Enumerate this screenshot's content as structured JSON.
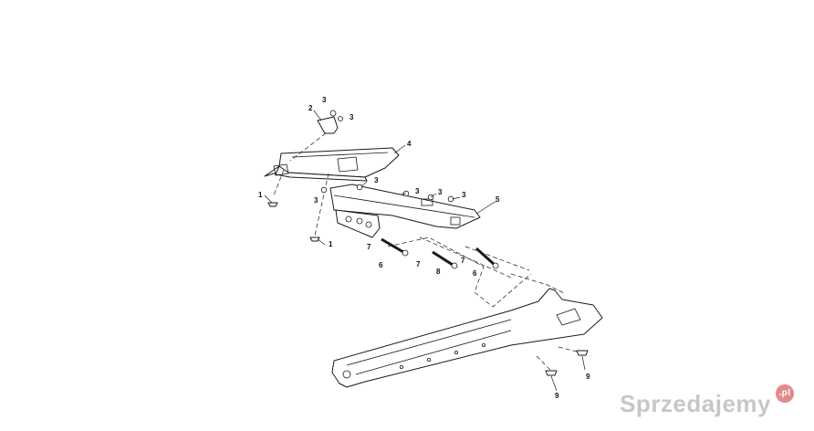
{
  "diagram": {
    "callouts": {
      "c1a": "1",
      "c1b": "1",
      "c2": "2",
      "c3a": "3",
      "c3b": "3",
      "c3c": "3",
      "c3d": "3",
      "c3e": "3",
      "c3f": "3",
      "c3g": "3",
      "c4": "4",
      "c5": "5",
      "c6a": "6",
      "c6b": "6",
      "c7a": "7",
      "c7b": "7",
      "c7c": "7",
      "c8": "8",
      "c9a": "9",
      "c9b": "9"
    }
  },
  "watermark": {
    "text": "Sprzedajemy",
    "badge": ".pl"
  },
  "colors": {
    "line": "#1a1a1a",
    "background": "#ffffff",
    "watermark_text": "#c7c7c7",
    "watermark_badge": "#e48a8a"
  }
}
